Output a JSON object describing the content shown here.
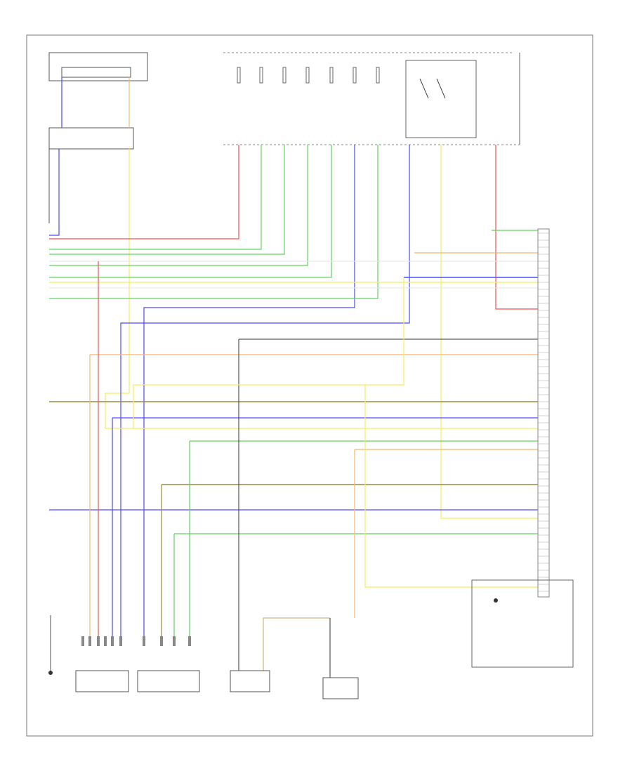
{
  "wire_colors": {
    "red": "#ff4d4d",
    "blue": "#4a4aff",
    "green": "#5fd35f",
    "yellow": "#f2ee60",
    "orange": "#f4b86a",
    "tan": "#c9b783",
    "brown": "#9a8a45",
    "gray": "#9a9a9a",
    "black": "#333333",
    "white": "#e6e6e6"
  },
  "icons": [
    "ground-symbol",
    "splice-dot",
    "connector-pin"
  ]
}
